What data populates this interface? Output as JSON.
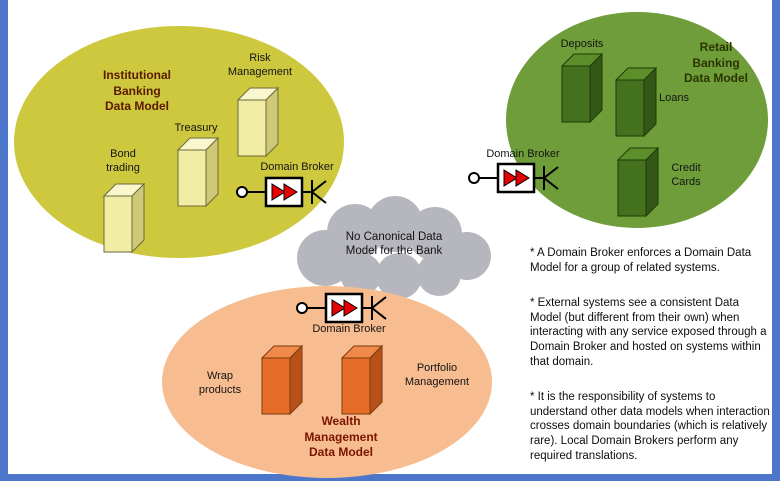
{
  "edges": {
    "color": "#4b76c9"
  },
  "broker": {
    "label": "Domain Broker",
    "symbol_color": "#e60000"
  },
  "cloud": {
    "text": "No Canonical Data\nModel for the Bank",
    "fill": "#b6b6be"
  },
  "clusters": {
    "institutional": {
      "title": "Institutional\nBanking\nData Model",
      "title_color": "#5a1a00",
      "fill": "#cdc83e",
      "box": {
        "front": "#f2eda4",
        "top": "#faf7cf",
        "side": "#cfc878"
      },
      "systems": {
        "bond": "Bond\ntrading",
        "treasury": "Treasury",
        "risk": "Risk\nManagement"
      }
    },
    "retail": {
      "title": "Retail\nBanking\nData Model",
      "title_color": "#2c3500",
      "fill": "#6e9d3a",
      "box": {
        "front": "#44711d",
        "top": "#5c8f2a",
        "side": "#335716"
      },
      "box_fix": {
        "front": "#44711d"
      },
      "systems": {
        "deposits": "Deposits",
        "loans": "Loans",
        "credit": "Credit\nCards"
      }
    },
    "wealth": {
      "title": "Wealth\nManagement\nData Model",
      "title_color": "#7a1500",
      "fill": "#f7bc90",
      "box": {
        "front": "#e56d28",
        "top": "#f08a4a",
        "side": "#b9511a"
      },
      "systems": {
        "wrap": "Wrap\nproducts",
        "portfolio": "Portfolio\nManagement"
      }
    }
  },
  "notes": [
    "* A Domain Broker enforces a Domain Data Model for a group of related systems.",
    "* External systems see a consistent Data Model (but different from their own) when interacting with any service exposed through a Domain Broker and hosted on systems within that domain.",
    "* It is the responsibility of systems to understand other data models when interaction crosses domain boundaries (which is relatively rare). Local Domain Brokers perform any required translations."
  ]
}
